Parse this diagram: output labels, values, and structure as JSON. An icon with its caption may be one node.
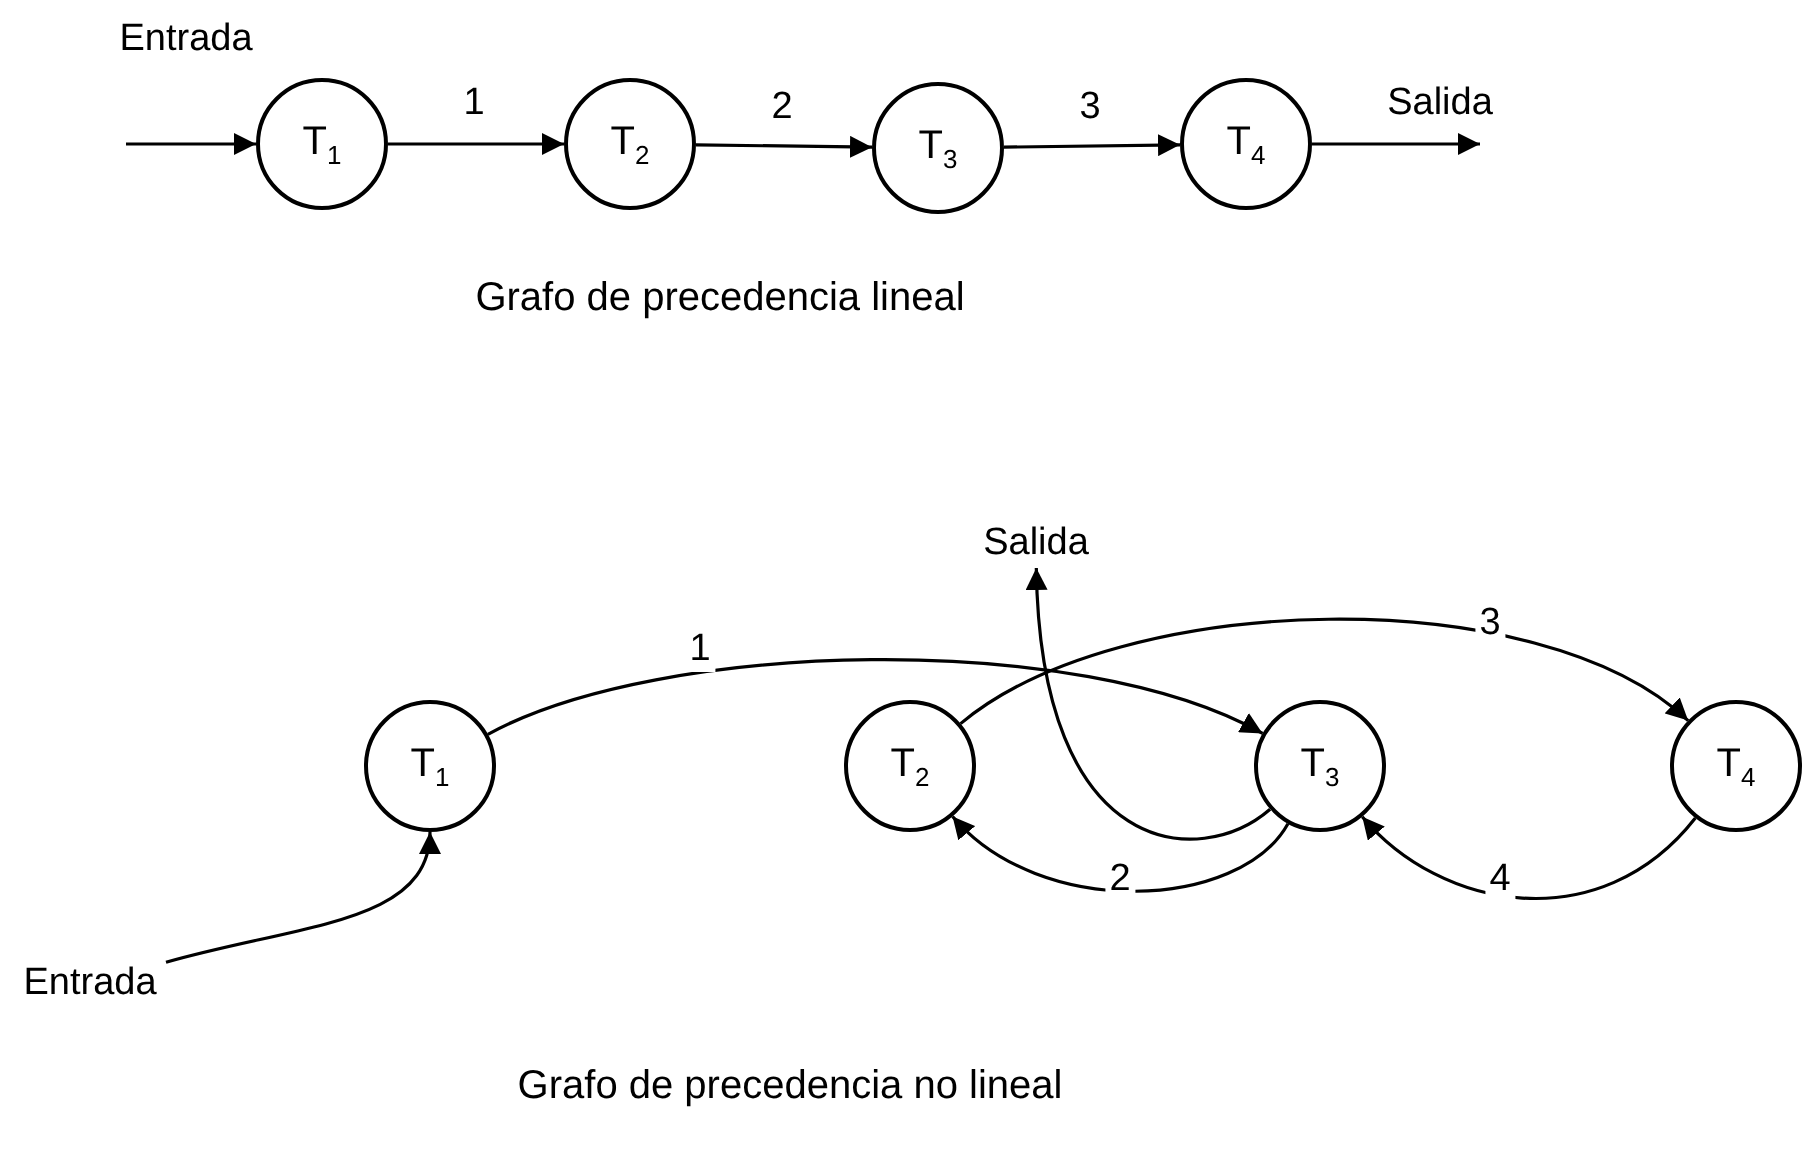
{
  "diagram": {
    "nodes": [
      {
        "text": [
          "T$_{1}$"
        ]
      },
      {
        "text": [
          "T$_{2}$"
        ]
      },
      {
        "text": [
          "T$_{3}$"
        ]
      },
      {
        "text": [
          "T$_{4}$"
        ]
      },
      {
        "text": [
          "T$_{1}$"
        ]
      },
      {
        "text": [
          "T$_{2}$"
        ]
      },
      {
        "text": [
          "T$_{3}$"
        ]
      },
      {
        "text": [
          "T$_{4}$"
        ]
      },
      {
        "text": [
          "Salida"
        ]
      },
      {
        "text": [
          "Entrada"
        ]
      }
    ],
    "edges": [
      {
        "from": null,
        "to": 0,
        "arrow": "to",
        "label": "Entrada"
      },
      {
        "from": 0,
        "to": 1,
        "arrow": "to",
        "label": "1"
      },
      {
        "from": 1,
        "to": 2,
        "arrow": "to",
        "label": "2"
      },
      {
        "from": 2,
        "to": 3,
        "arrow": "to",
        "label": "3"
      },
      {
        "from": 3,
        "to": null,
        "arrow": "to",
        "label": "Salida"
      },
      {
        "from": 4,
        "to": 6,
        "arrow": "to",
        "label": "1"
      },
      {
        "from": 5,
        "to": 7,
        "arrow": "to",
        "label": "3"
      },
      {
        "from": 6,
        "to": 5,
        "arrow": "to",
        "label": "2"
      },
      {
        "from": 7,
        "to": 6,
        "arrow": "to",
        "label": "4"
      },
      {
        "from": 6,
        "to": 8,
        "arrow": "to"
      },
      {
        "from": 9,
        "to": 4,
        "arrow": "to"
      }
    ],
    "labels": [
      "Grafo de precedencia lineal",
      "Grafo de precedencia no lineal"
    ]
  }
}
